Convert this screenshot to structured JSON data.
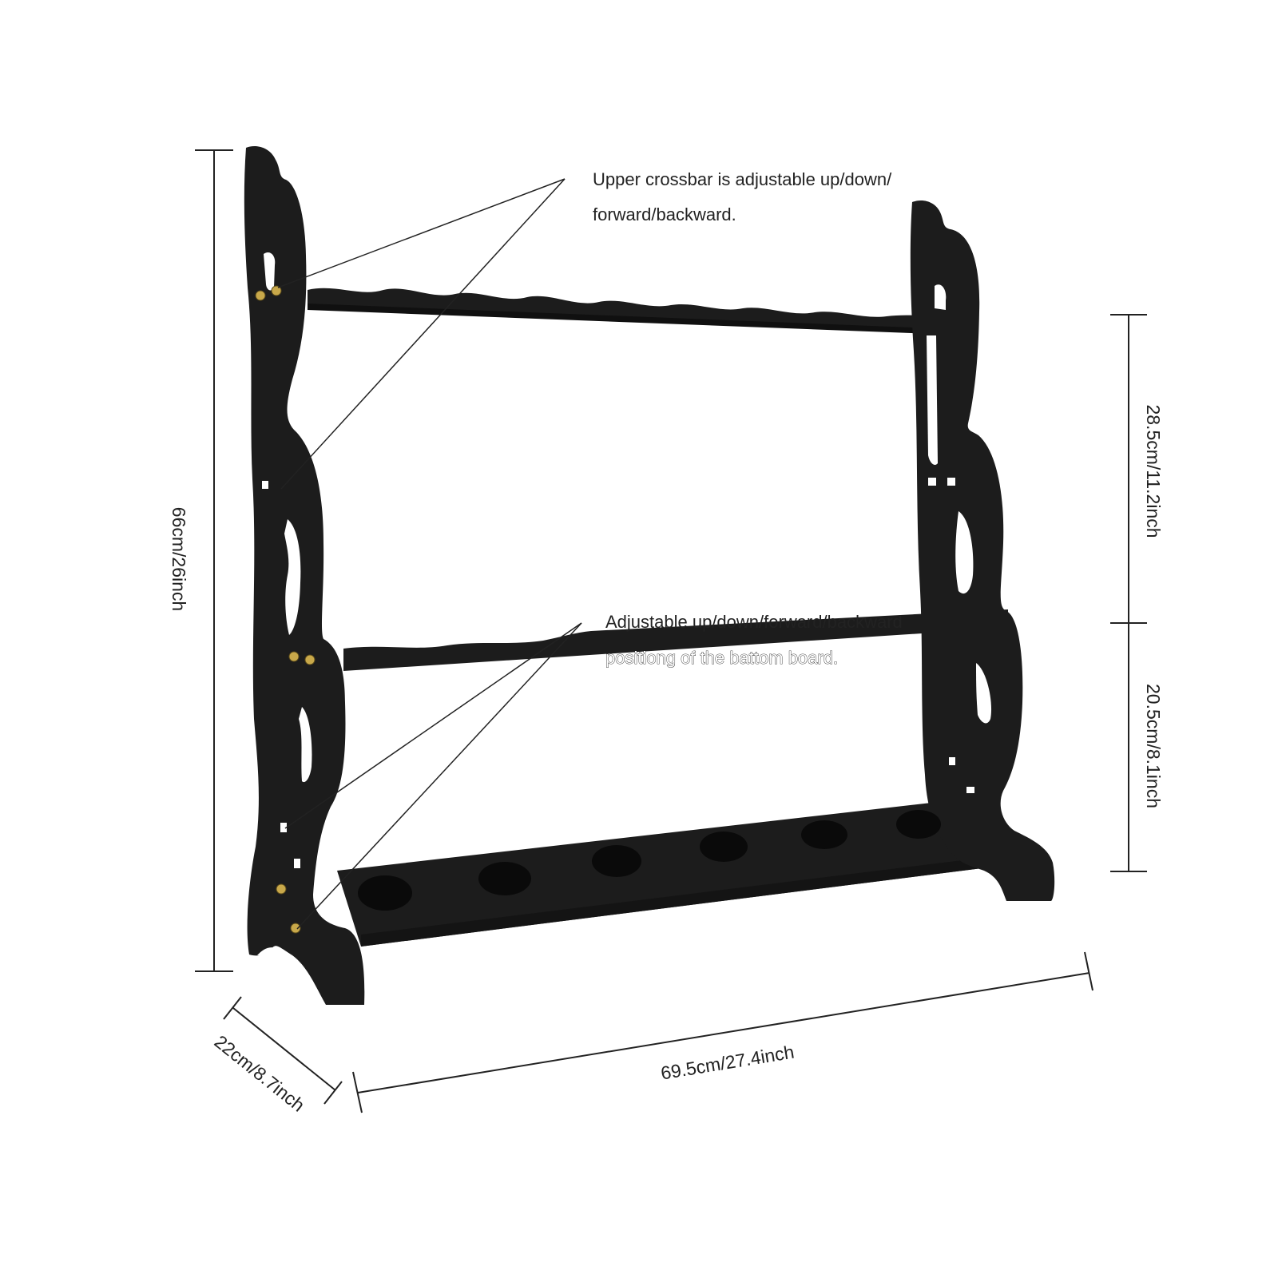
{
  "product": {
    "colors": {
      "body": "#1c1c1c",
      "bolt": "#c8a84a",
      "line": "#222222"
    }
  },
  "annotations": {
    "upper_crossbar": [
      "Upper crossbar is adjustable up/down/",
      "forward/backward."
    ],
    "bottom_board": [
      "Adjustable up/down/forward/backward",
      "positiong of the battom board."
    ]
  },
  "dimensions": {
    "height": "66cm/26inch",
    "upper_gap": "28.5cm/11.2inch",
    "lower_gap": "20.5cm/8.1inch",
    "width": "69.5cm/27.4inch",
    "depth": "22cm/8.7inch"
  }
}
